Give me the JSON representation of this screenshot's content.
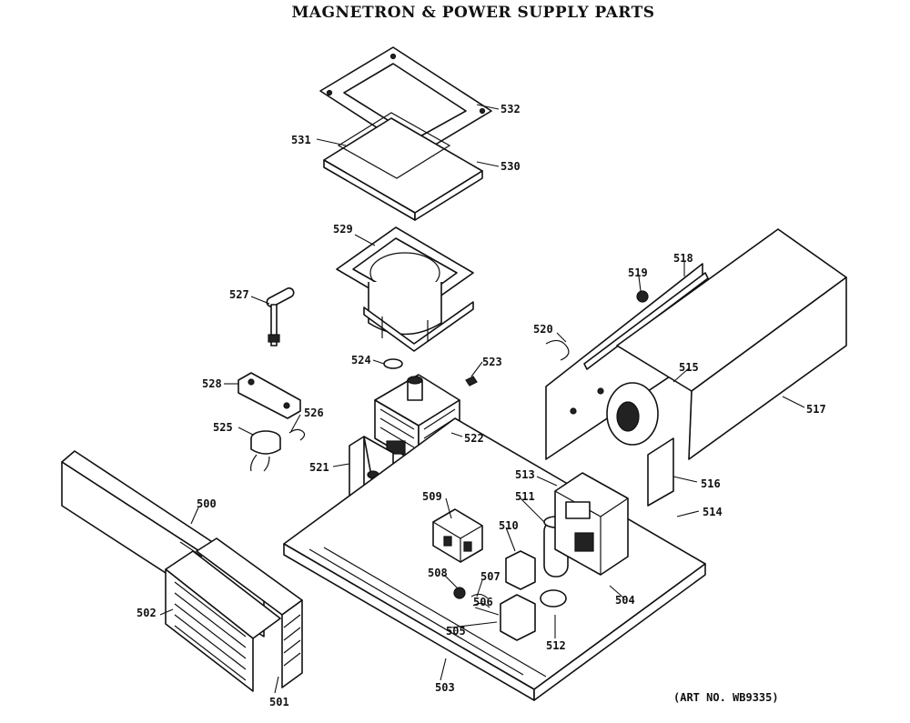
{
  "title": "MAGNETRON & POWER SUPPLY PARTS",
  "art_no": "(ART NO. WB9335)",
  "callouts": [
    "532",
    "531",
    "530",
    "529",
    "527",
    "524",
    "523",
    "528",
    "526",
    "525",
    "521",
    "522",
    "520",
    "519",
    "518",
    "515",
    "517",
    "516",
    "514",
    "513",
    "511",
    "510",
    "509",
    "508",
    "507",
    "506",
    "505",
    "504",
    "503",
    "502",
    "501",
    "500",
    "512"
  ]
}
